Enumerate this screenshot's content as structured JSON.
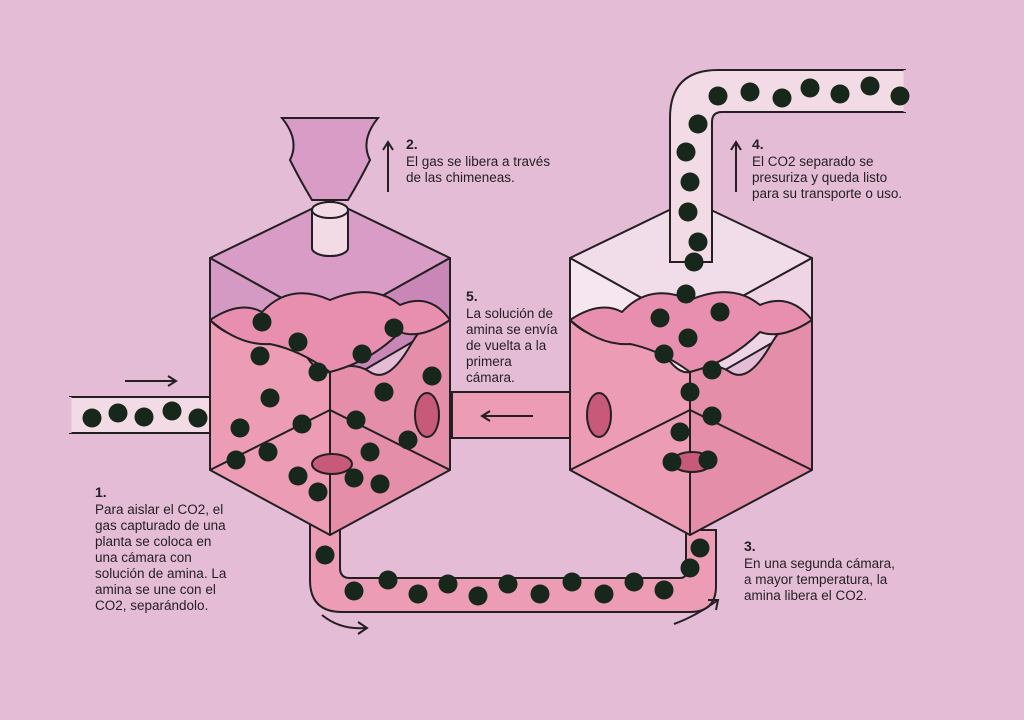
{
  "steps": [
    {
      "num": "1.",
      "text": "Para aislar el CO2, el\ngas capturado de una\nplanta se coloca en\nuna cámara con\nsolución de amina. La\namina se une con el\nCO2, separándolo."
    },
    {
      "num": "2.",
      "text": "El gas se libera a través\nde las chimeneas."
    },
    {
      "num": "3.",
      "text": "En una segunda cámara,\na mayor temperatura, la\namina libera el CO2."
    },
    {
      "num": "4.",
      "text": "El CO2 separado se\npresuriza y queda listo\npara su transporte o uso."
    },
    {
      "num": "5.",
      "text": "La solución de\namina se envía\nde vuelta a la\nprimera\ncámara."
    }
  ],
  "colors": {
    "background": "#e4bcd6",
    "liquid": "#ec9cb4",
    "liquid_dark": "#d97a98",
    "gas": "#cf8fbc",
    "glass": "#f1dcea",
    "outline": "#231f22",
    "molecule": "#17271c",
    "port": "#c65a78"
  }
}
